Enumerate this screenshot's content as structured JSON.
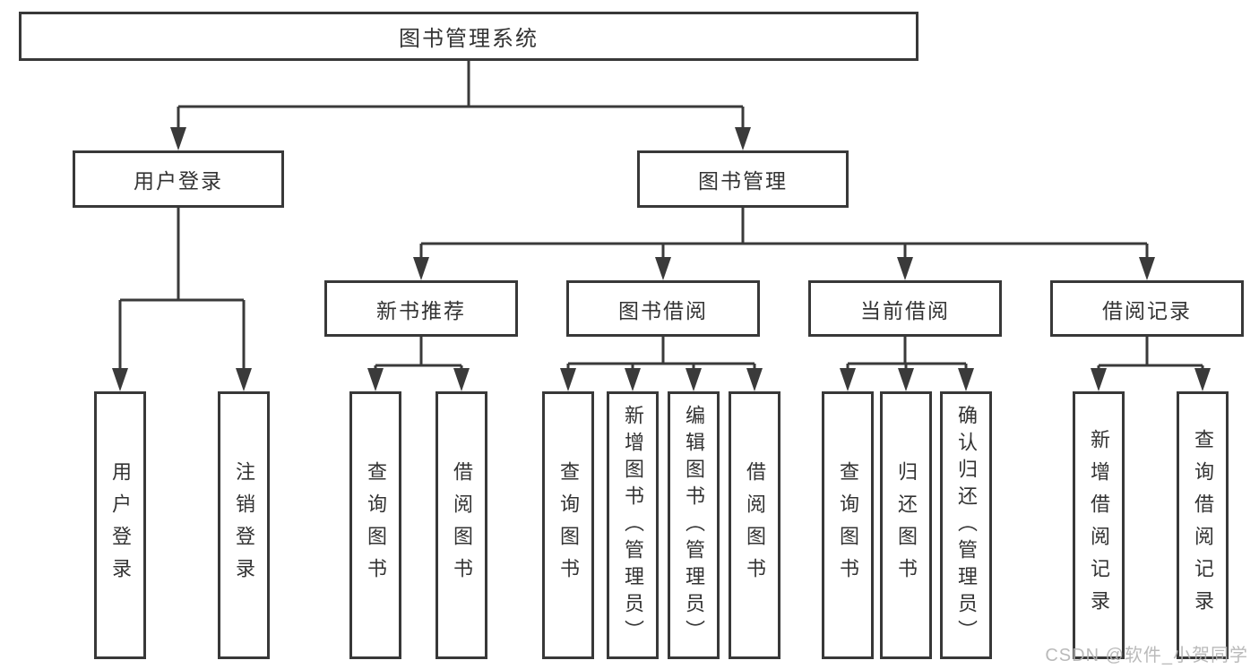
{
  "diagram": {
    "title": "图书管理系统",
    "tree": {
      "label": "图书管理系统",
      "children": [
        {
          "label": "用户登录",
          "children": [
            {
              "label": "用户登录"
            },
            {
              "label": "注销登录"
            }
          ]
        },
        {
          "label": "图书管理",
          "children": [
            {
              "label": "新书推荐",
              "children": [
                {
                  "label": "查询图书"
                },
                {
                  "label": "借阅图书"
                }
              ]
            },
            {
              "label": "图书借阅",
              "children": [
                {
                  "label": "查询图书"
                },
                {
                  "label": "新增图书（管理员）"
                },
                {
                  "label": "编辑图书（管理员）"
                },
                {
                  "label": "借阅图书"
                }
              ]
            },
            {
              "label": "当前借阅",
              "children": [
                {
                  "label": "查询图书"
                },
                {
                  "label": "归还图书"
                },
                {
                  "label": "确认归还（管理员）"
                }
              ]
            },
            {
              "label": "借阅记录",
              "children": [
                {
                  "label": "新增借阅记录"
                },
                {
                  "label": "查询借阅记录"
                }
              ]
            }
          ]
        }
      ]
    },
    "colors": {
      "line": "#3a3a3a",
      "box_border": "#383838",
      "text": "#333333",
      "background": "#ffffff",
      "watermark_text": "#b3b3b3"
    }
  },
  "watermark": "CSDN @软件_小贺同学"
}
